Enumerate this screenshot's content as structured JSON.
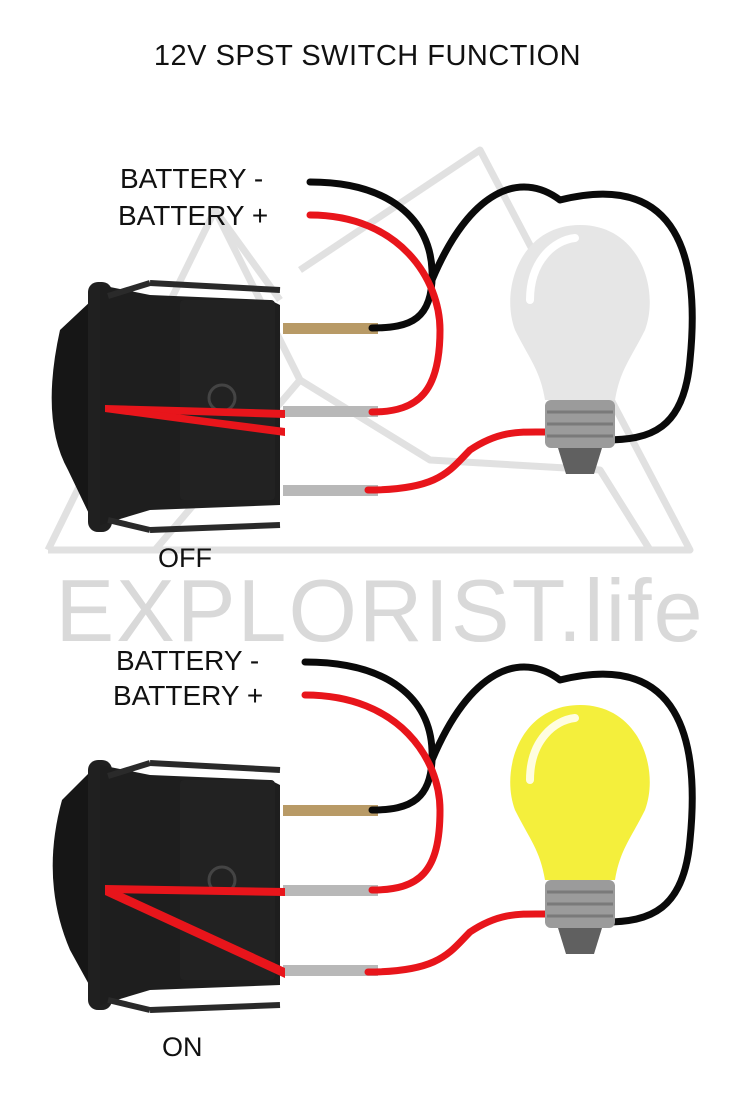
{
  "title": "12V SPST SWITCH FUNCTION",
  "watermark": "EXPLORIST.life",
  "panels": [
    {
      "battery_neg": "BATTERY -",
      "battery_pos": "BATTERY +",
      "state": "OFF",
      "bulb_lit": false
    },
    {
      "battery_neg": "BATTERY -",
      "battery_pos": "BATTERY +",
      "state": "ON",
      "bulb_lit": true
    }
  ],
  "colors": {
    "wire_positive": "#e8151b",
    "wire_negative": "#0a0a0a",
    "bulb_off": "#e6e6e6",
    "bulb_on": "#f4ef3c",
    "switch_body": "#1c1c1c",
    "watermark": "#d9d9d9"
  }
}
